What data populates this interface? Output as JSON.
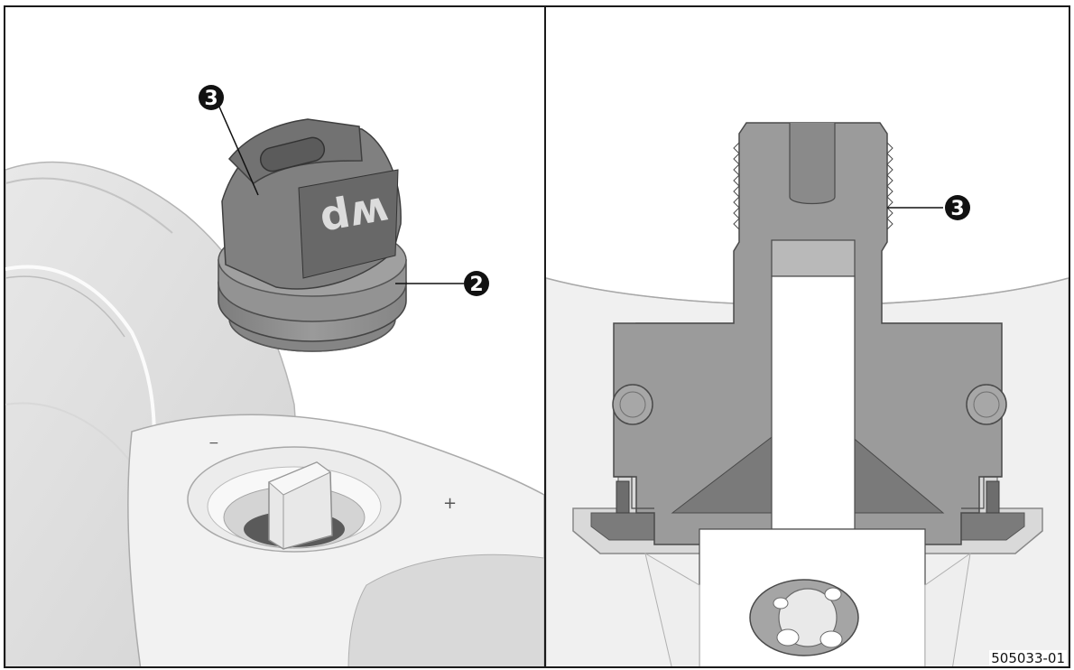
{
  "callouts": {
    "left_cap": "3",
    "left_adjuster": "2",
    "right_cap": "3"
  },
  "cap_logo": "wp",
  "scale_marks": {
    "plus": "+",
    "minus": "−"
  },
  "reference_code": "505033-01",
  "colors": {
    "frame": "#1a1a1a",
    "part_gray": "#8c8c8c",
    "light_gray": "#e6e6e6",
    "background": "#ffffff"
  }
}
